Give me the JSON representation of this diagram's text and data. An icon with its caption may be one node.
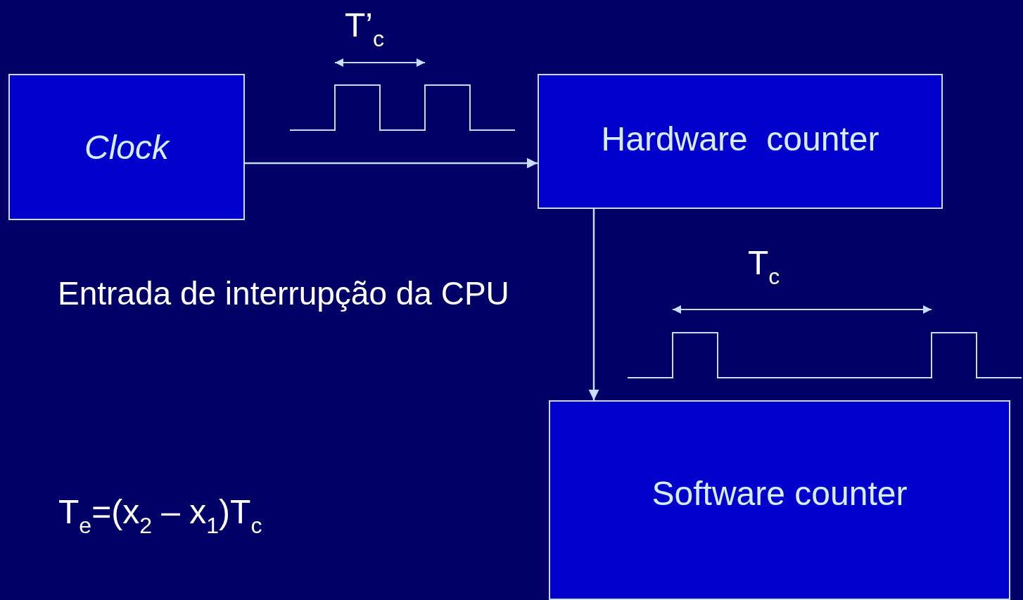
{
  "diagram": {
    "nodes": [
      {
        "text": [
          "Clock"
        ]
      },
      {
        "text": [
          "Hardware  counter"
        ]
      },
      {
        "text": [
          "Software counter"
        ]
      }
    ],
    "edges": [
      {
        "from": 0,
        "to": 1,
        "arrow": "to"
      },
      {
        "from": 1,
        "to": 2,
        "arrow": "to",
        "label": "Entrada de interrupção da CPU"
      }
    ],
    "labels": [
      "T’$_{c}$",
      "T$_{c}$",
      "T$_{e}$=(x$_{2}$ – x$_{1}$)T$_{c}$"
    ]
  }
}
